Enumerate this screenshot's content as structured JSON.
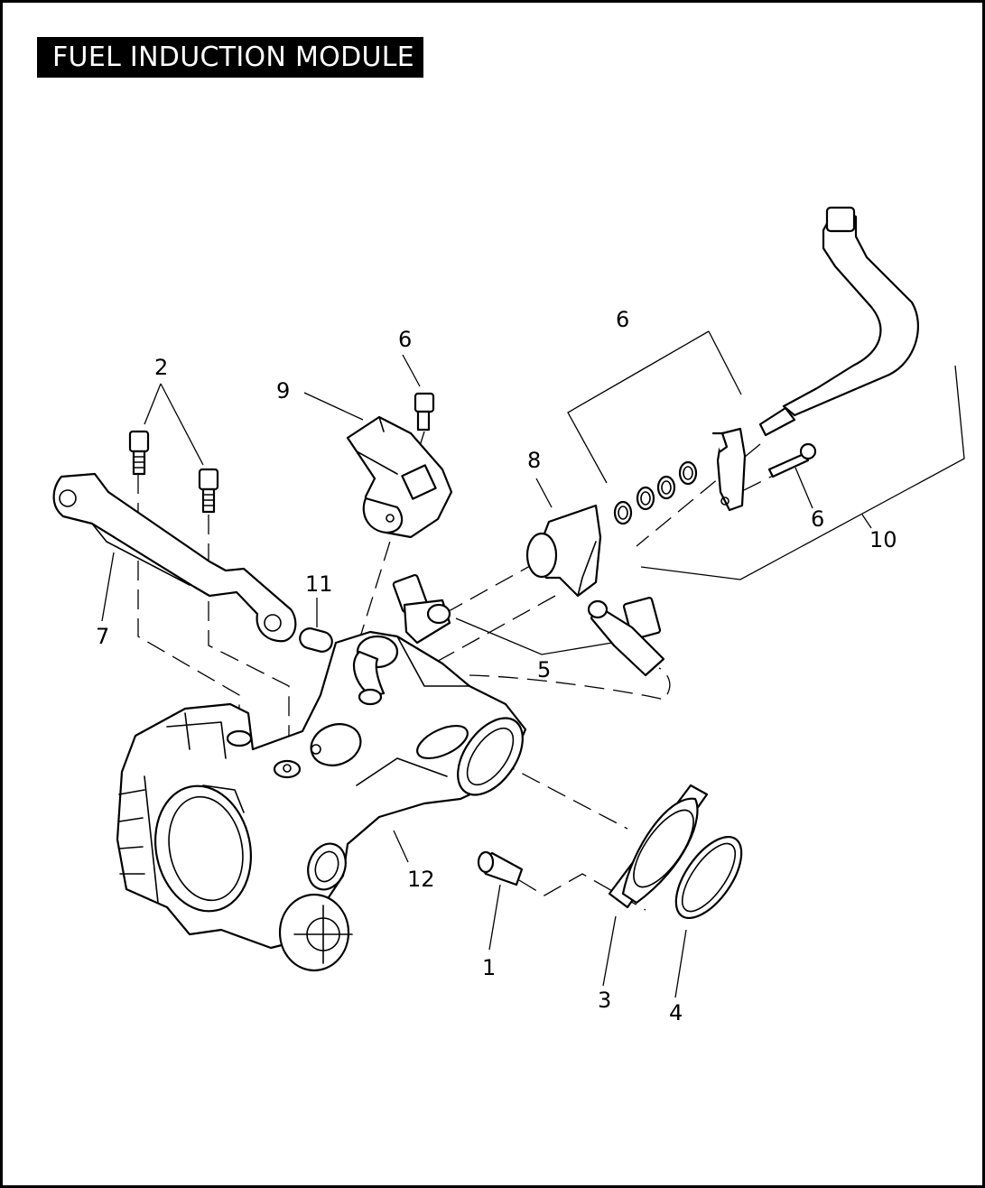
{
  "title": "FUEL INDUCTION MODULE",
  "callouts": {
    "c1": "1",
    "c2": "2",
    "c3": "3",
    "c4": "4",
    "c5": "5",
    "c6a": "6",
    "c6b": "6",
    "c6c": "6",
    "c7": "7",
    "c8": "8",
    "c9": "9",
    "c10": "10",
    "c11": "11",
    "c12": "12"
  },
  "colors": {
    "line": "#000000",
    "background": "#ffffff"
  }
}
